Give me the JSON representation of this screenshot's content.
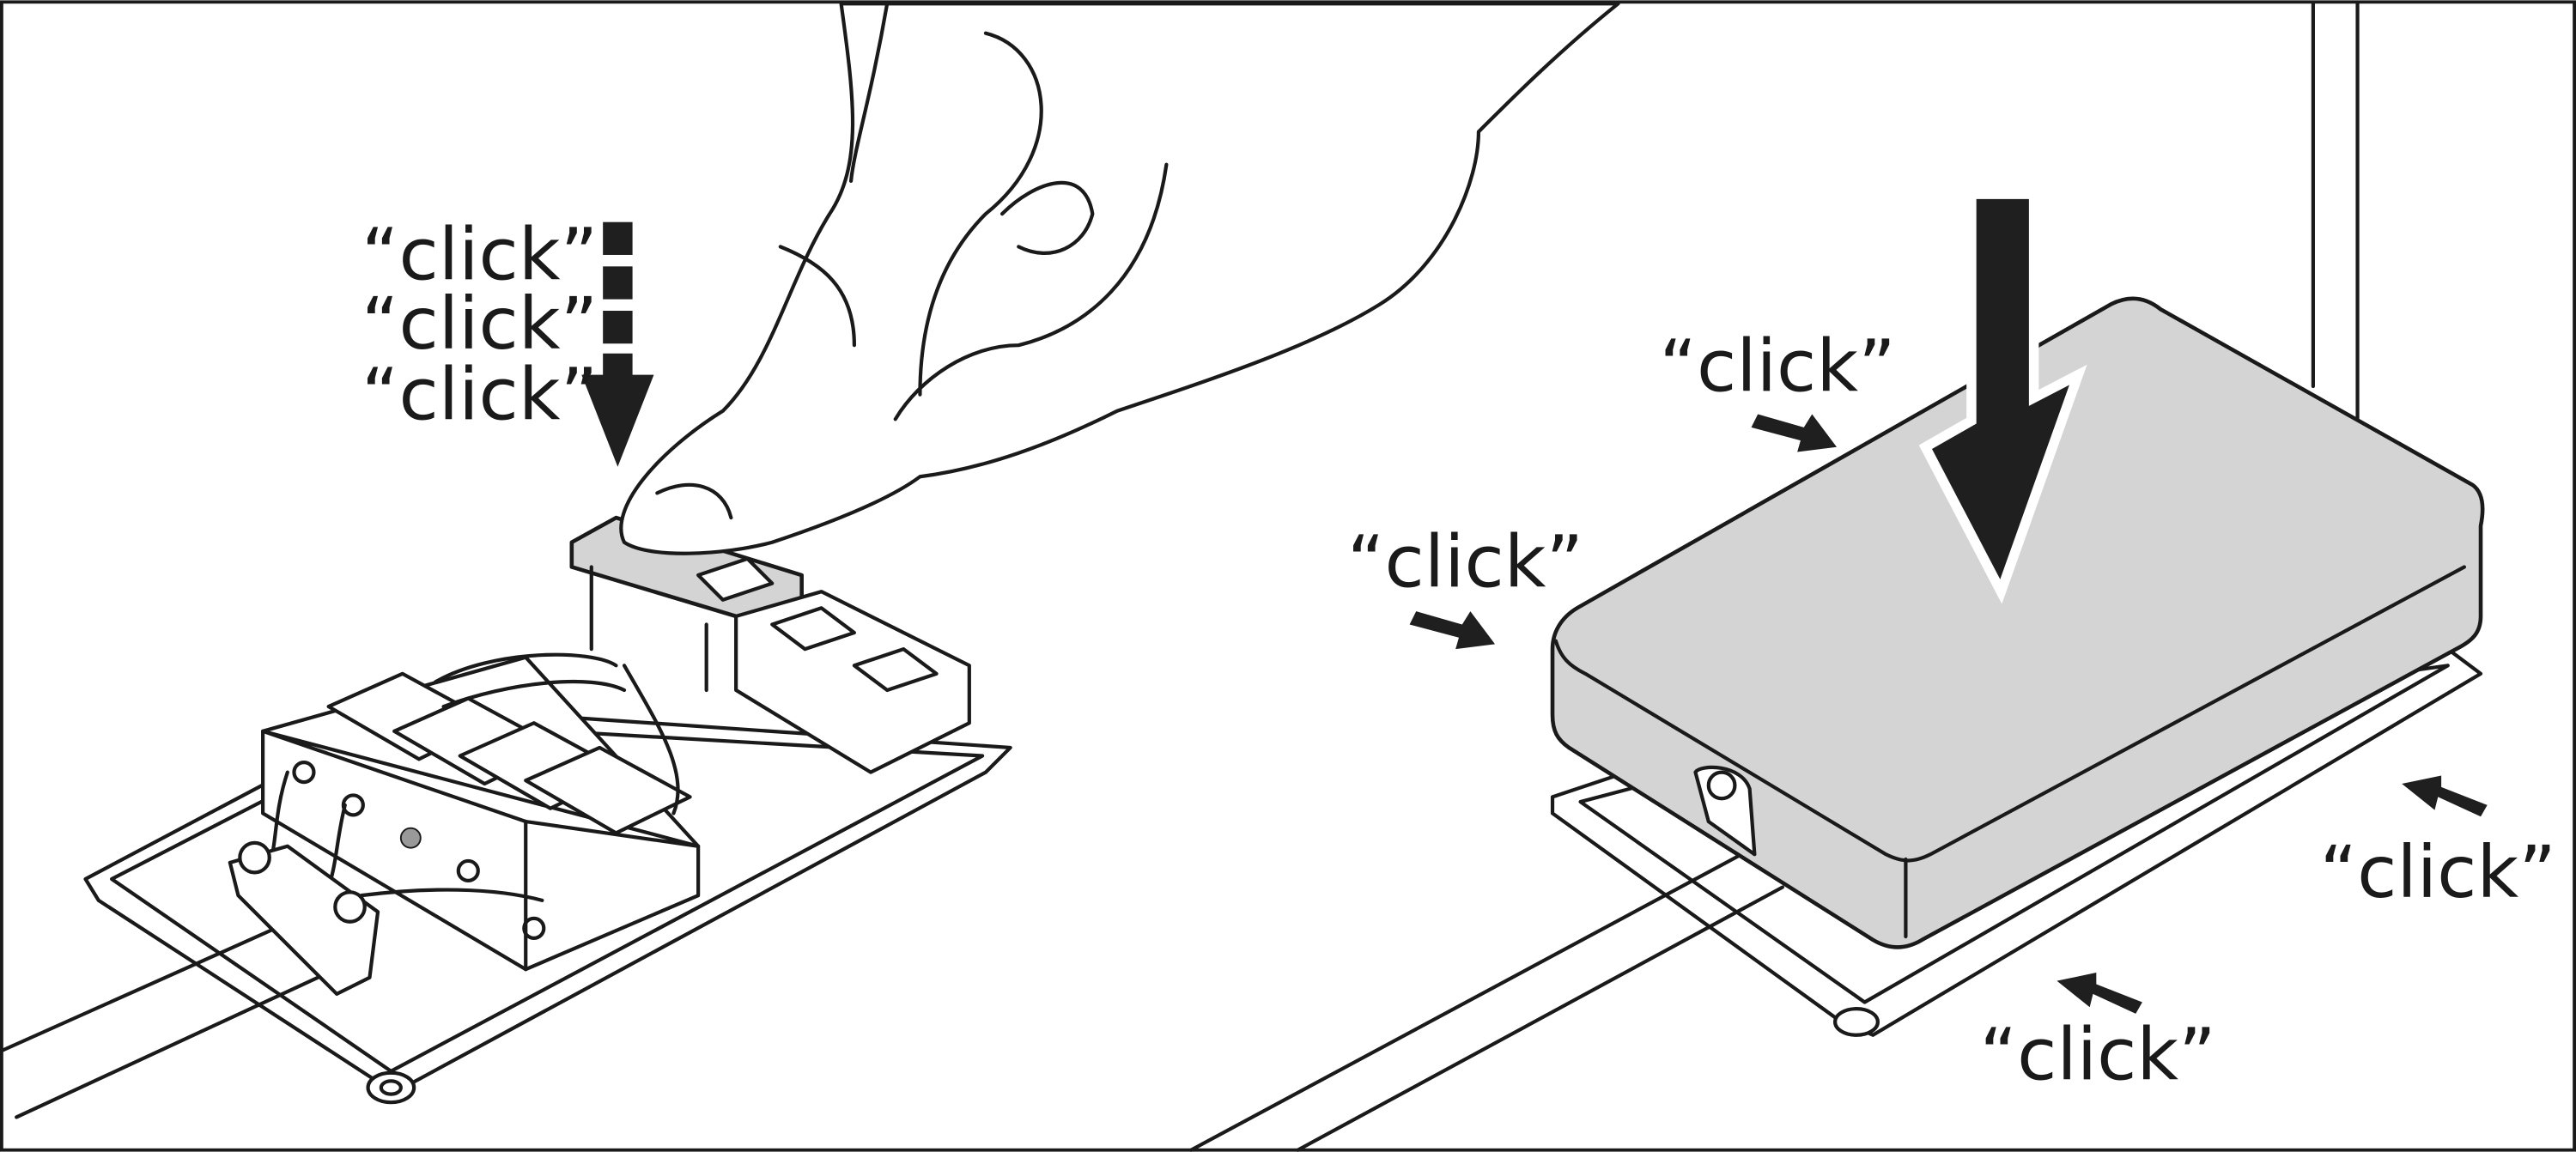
{
  "labels": {
    "left_click_1": "“click”",
    "left_click_2": "“click”",
    "left_click_3": "“click”",
    "right_top_click": "“click”",
    "right_left_click": "“click”",
    "right_side_click": "“click”",
    "right_bottom_click": "“click”"
  },
  "colors": {
    "line": "#1a1a1a",
    "cover_fill": "#d4d4d4",
    "background": "#ffffff"
  }
}
